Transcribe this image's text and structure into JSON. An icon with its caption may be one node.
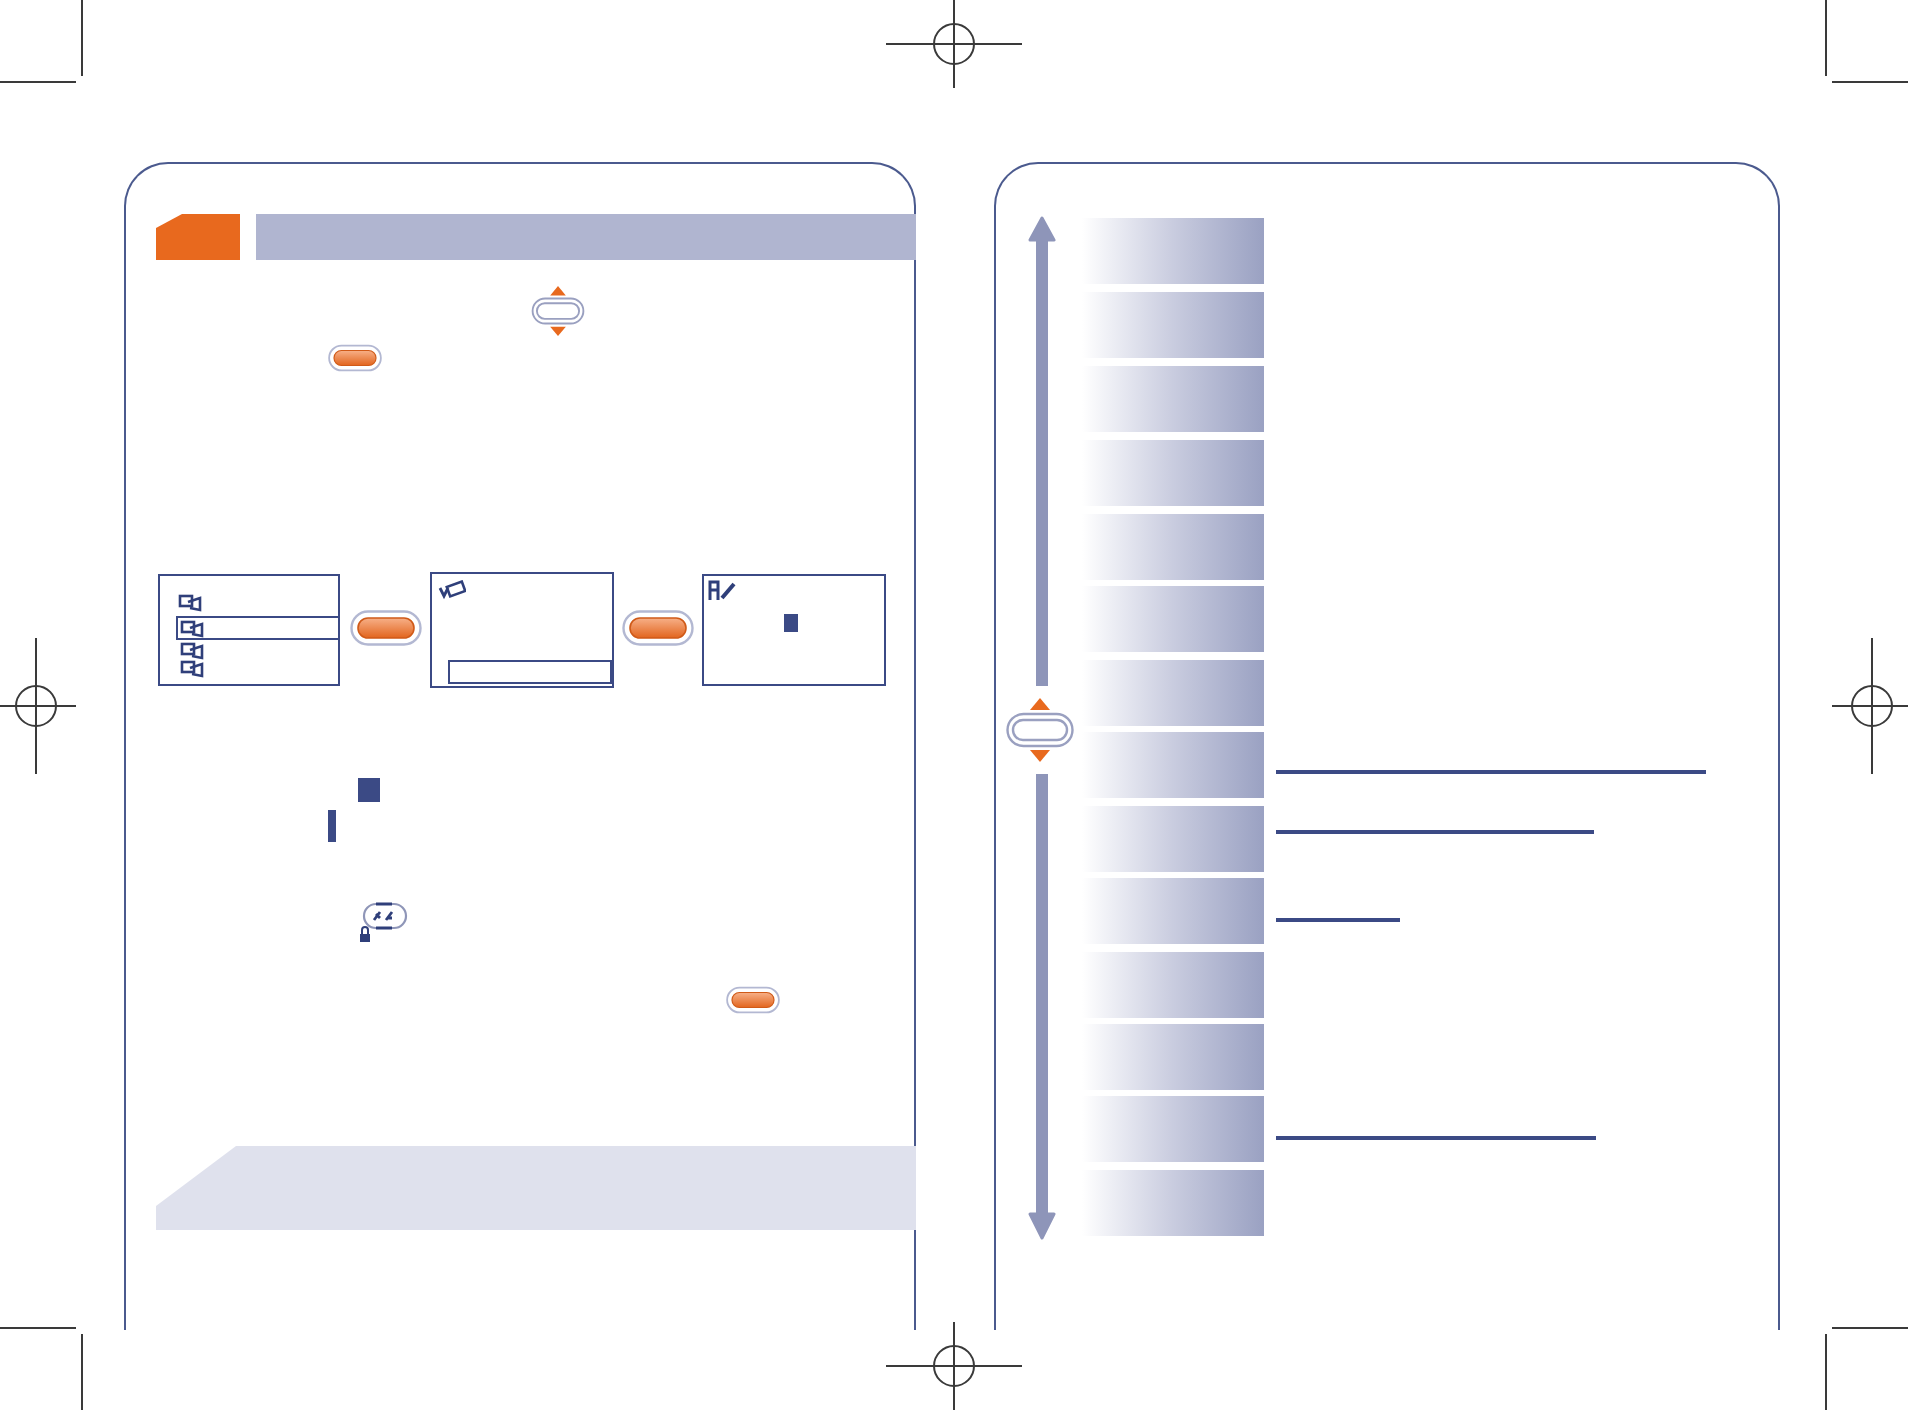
{
  "diagram": {
    "nodes": [
      {
        "text": [],
        "shape": "box"
      },
      {
        "text": [],
        "shape": "tab",
        "in": 0
      },
      {
        "text": [],
        "shape": "bar",
        "in": 0
      },
      {
        "text": [],
        "shape": "box",
        "in": 0
      },
      {
        "text": [],
        "shape": "box",
        "in": 0
      },
      {
        "text": [],
        "shape": "box",
        "in": 0
      },
      {
        "text": [],
        "shape": "band",
        "in": 0
      },
      {
        "text": [],
        "shape": "box"
      },
      {
        "text": [],
        "shape": "bar",
        "in": 7
      },
      {
        "text": [],
        "shape": "bar",
        "in": 7
      },
      {
        "text": [],
        "shape": "bar",
        "in": 7
      },
      {
        "text": [],
        "shape": "bar",
        "in": 7
      },
      {
        "text": [],
        "shape": "bar",
        "in": 7
      },
      {
        "text": [],
        "shape": "bar",
        "in": 7
      },
      {
        "text": [],
        "shape": "bar",
        "in": 7
      },
      {
        "text": [],
        "shape": "bar",
        "in": 7
      },
      {
        "text": [],
        "shape": "bar",
        "in": 7
      },
      {
        "text": [],
        "shape": "bar",
        "in": 7
      },
      {
        "text": [],
        "shape": "bar",
        "in": 7
      },
      {
        "text": [],
        "shape": "bar",
        "in": 7
      },
      {
        "text": [],
        "shape": "bar",
        "in": 7
      },
      {
        "text": [],
        "shape": "bar",
        "in": 7
      }
    ]
  }
}
